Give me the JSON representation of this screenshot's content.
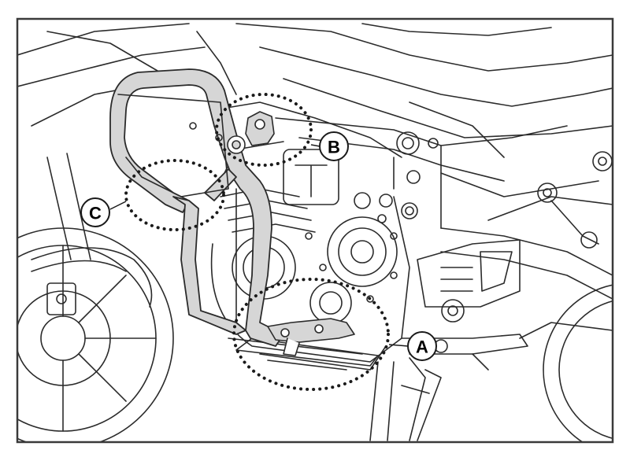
{
  "callouts": [
    {
      "letter": "A"
    },
    {
      "letter": "B"
    },
    {
      "letter": "C"
    }
  ],
  "colors": {
    "line": "#2b2b2b",
    "guard_fill": "#d6d6d6",
    "frame": "#3a3a3a",
    "dots": "#1a1a1a",
    "background": "#ffffff"
  }
}
